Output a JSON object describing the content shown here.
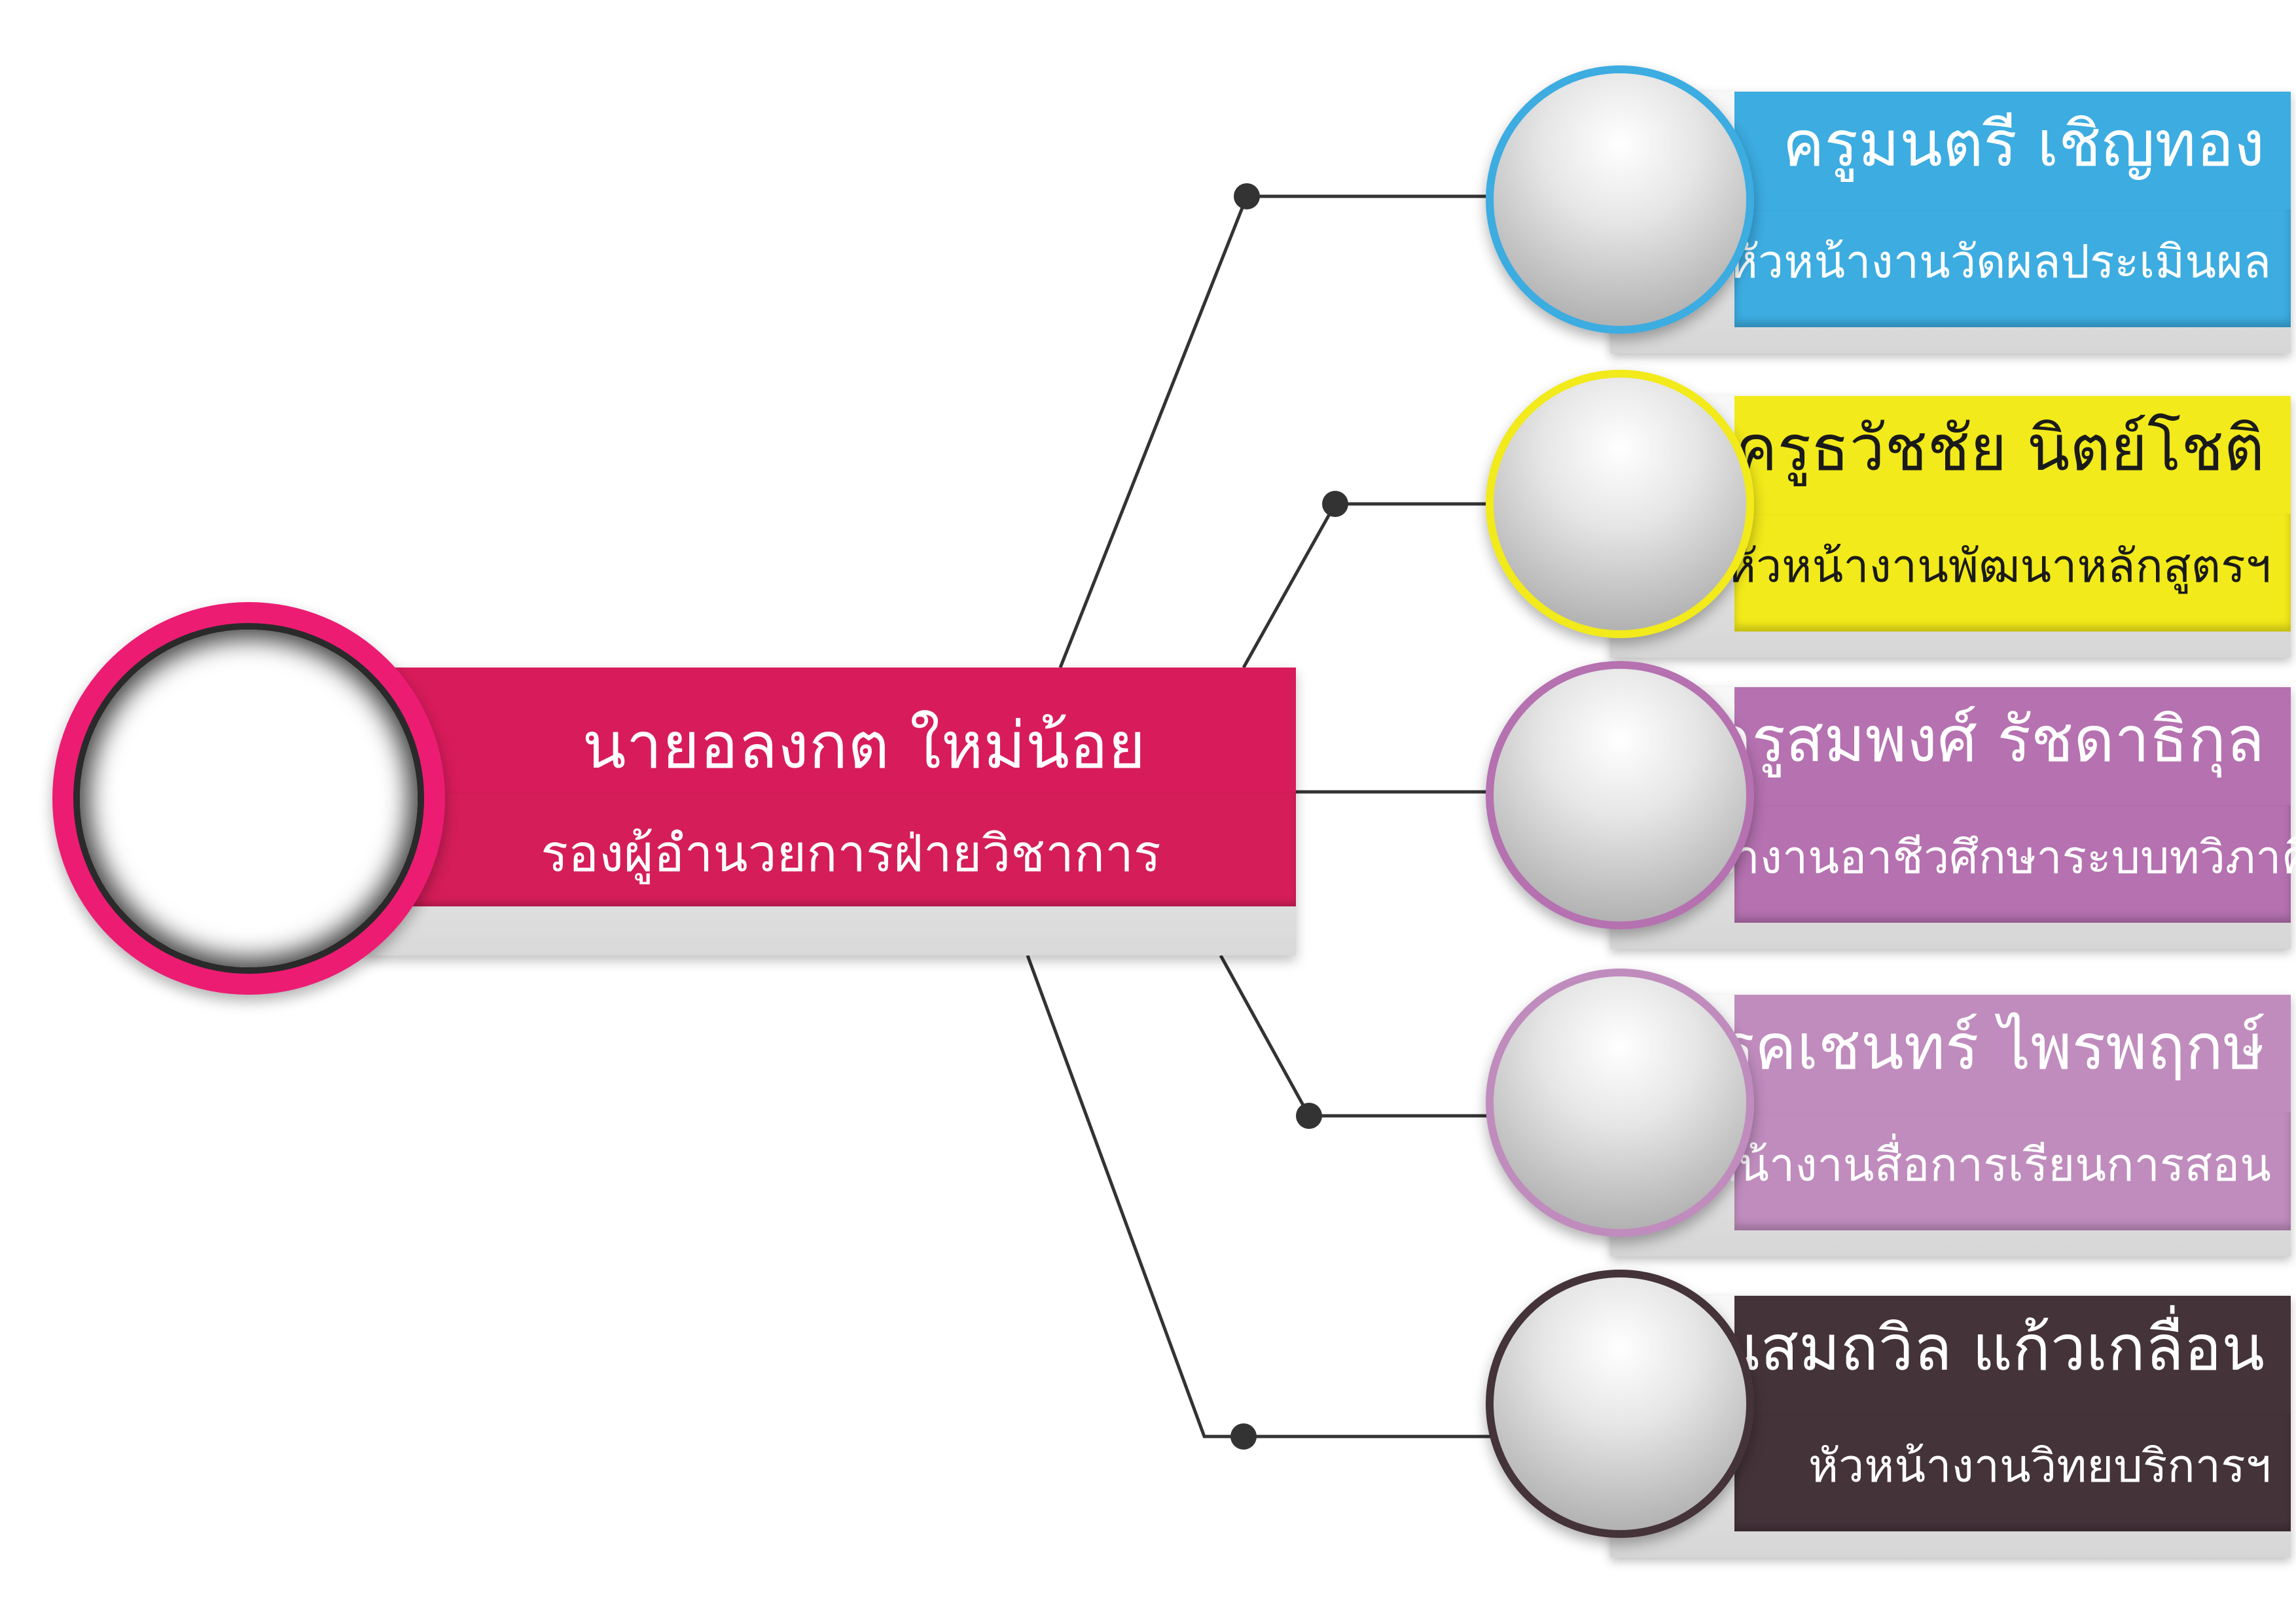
{
  "head": {
    "name": "นายอลงกต ใหม่น้อย",
    "role": "รองผู้อำนวยการฝ่ายวิชาการ",
    "ring_color": "#ec1c73",
    "band_color": "#d81b5b"
  },
  "members": [
    {
      "name": "ครูมนตรี เชิญทอง",
      "role": "หัวหน้างานวัดผลประเมินผล",
      "color": "#3cace1",
      "text_color": "#ffffff"
    },
    {
      "name": "ครูธวัชชัย นิตย์โชติ",
      "role": "หัวหน้างานพัฒนาหลักสูตรฯ",
      "color": "#f2ea1a",
      "text_color": "#1a1a1a"
    },
    {
      "name": "ครูสมพงศ์ รัชดาธิกุล",
      "role": "หัวหน้างานอาชีวศึกษาระบบทวิภาคี",
      "color": "#b571b0",
      "text_color": "#ffffff"
    },
    {
      "name": "ครูคเชนทร์ ไพรพฤกษ์",
      "role": "หัวหน้างานสื่อการเรียนการสอน",
      "color": "#bf8cbd",
      "text_color": "#ffffff"
    },
    {
      "name": "คุณสมถวิล แก้วเกลื่อน",
      "role": "หัวหน้างานวิทยบริการฯ",
      "color": "#45333a",
      "text_color": "#ffffff"
    }
  ],
  "connector_color": "#333333"
}
